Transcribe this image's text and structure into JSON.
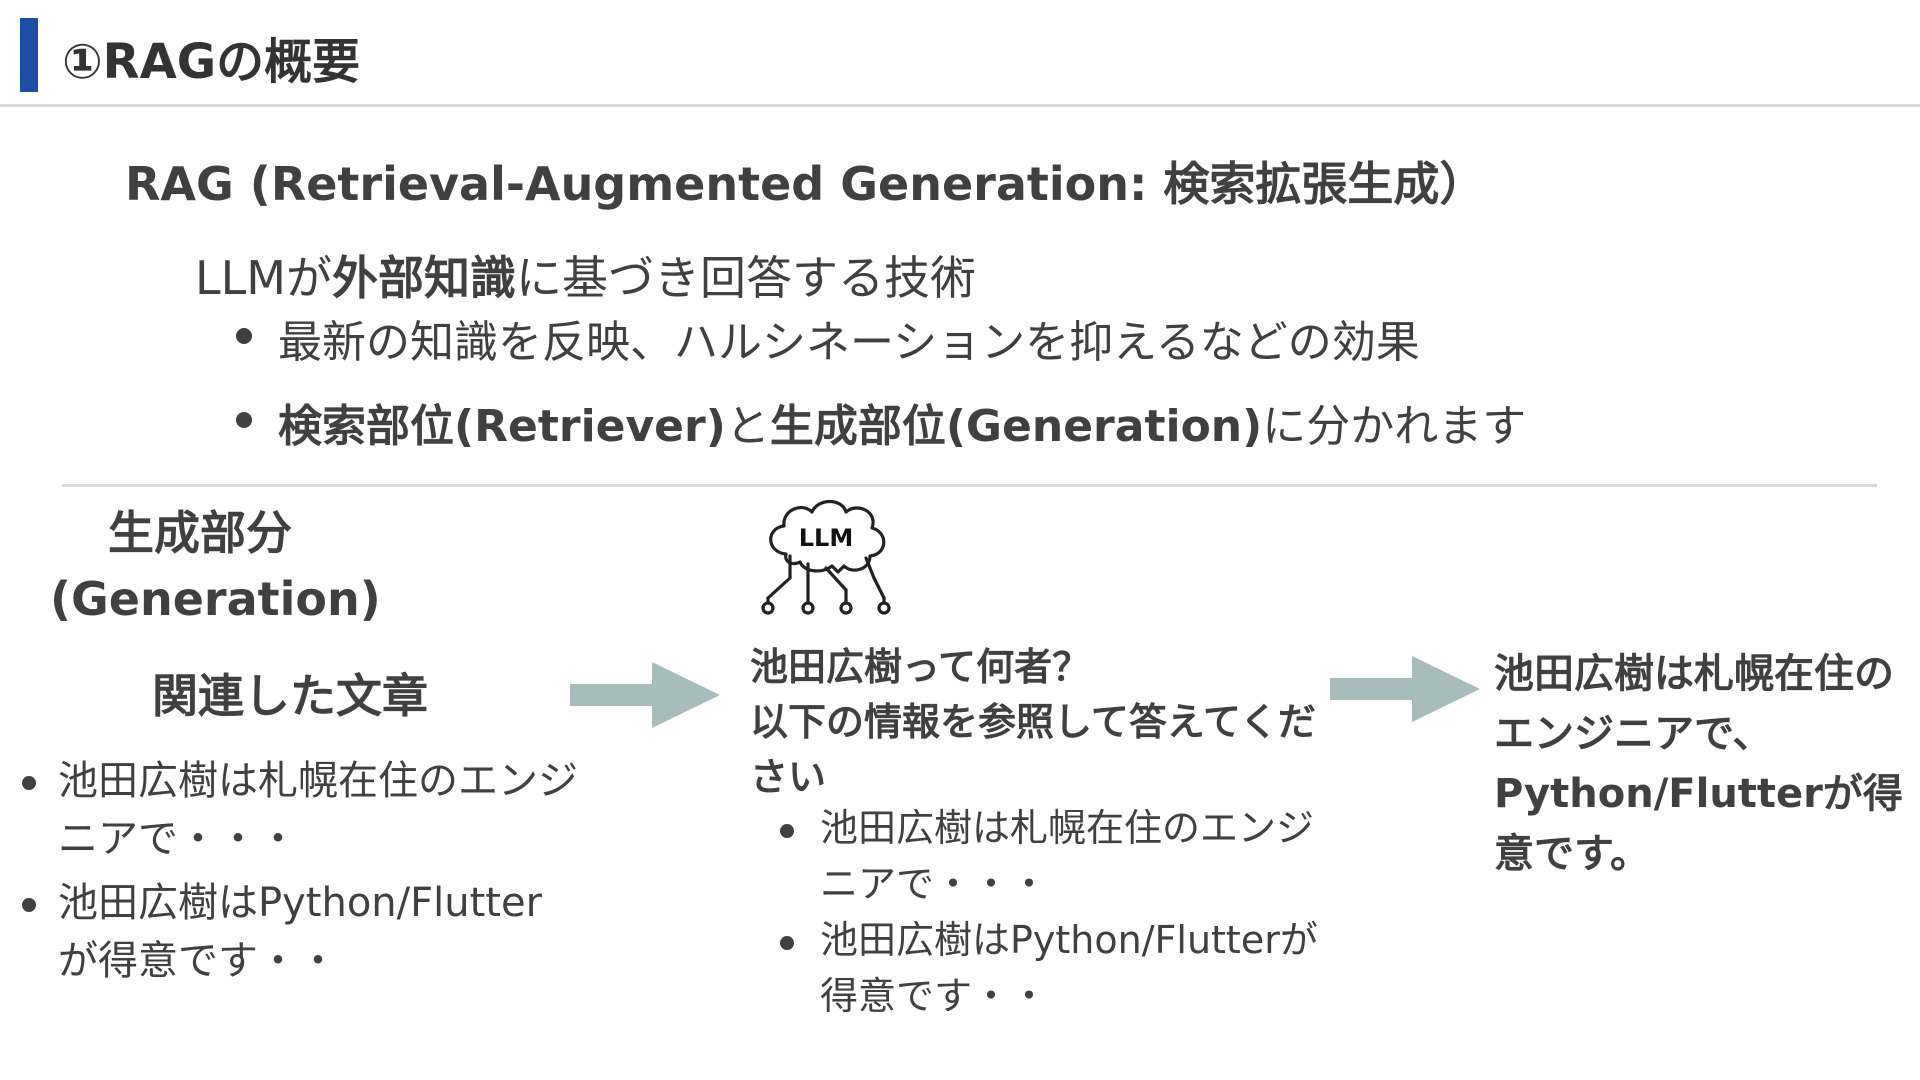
{
  "header": {
    "title": "①RAGの概要"
  },
  "intro": {
    "subtitle": "RAG (Retrieval-Augmented Generation: 検索拡張生成）",
    "lead": {
      "part1": "LLMが",
      "part2": "外部知識",
      "part3": "に基づき回答する技術"
    },
    "bullets": [
      {
        "text": "最新の知識を反映、ハルシネーションを抑えるなどの効果"
      },
      {
        "b1": "検索部位(Retriever)",
        "t1": "と",
        "b2": "生成部位(Generation)",
        "t2": "に分かれます"
      }
    ]
  },
  "generation": {
    "title_line1": "生成部分",
    "title_line2": "(Generation)",
    "related_title": "関連した文章",
    "docs": [
      "池田広樹は札幌在住のエンジニアで・・・",
      "池田広樹はPython/Flutterが得意です・・"
    ]
  },
  "llm": {
    "icon": "brain-circuit-icon",
    "label": "LLM"
  },
  "prompt": {
    "line1": "池田広樹って何者？",
    "line2": "以下の情報を参照して答えてください",
    "docs": [
      "池田広樹は札幌在住のエンジニアで・・・",
      "池田広樹はPython/Flutterが得意です・・"
    ]
  },
  "answer": {
    "text": "池田広樹は札幌在住のエンジニアで、Python/Flutterが得意です。"
  },
  "colors": {
    "accent": "#1f4ea6",
    "arrow": "#a8bcbc",
    "rule": "#d9d9d9",
    "text": "#404040"
  }
}
